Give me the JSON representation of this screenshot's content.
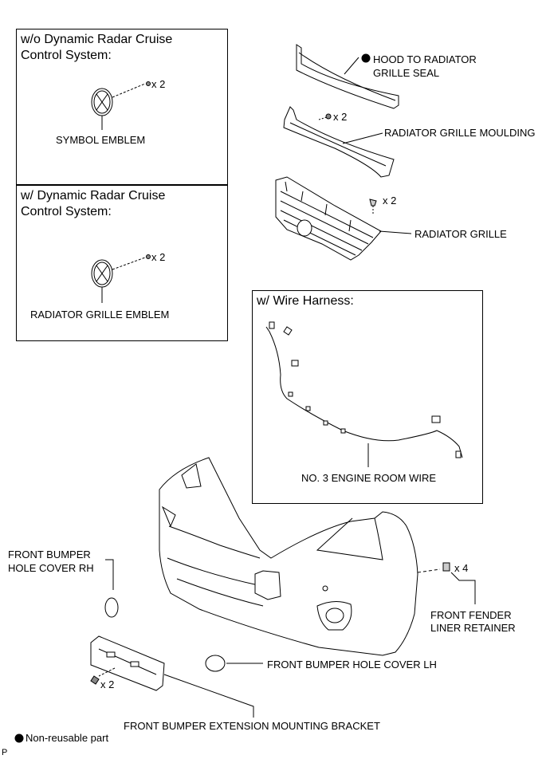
{
  "boxes": {
    "without_radar": {
      "title_line1": "w/o Dynamic Radar Cruise",
      "title_line2": "Control System:",
      "part_label": "SYMBOL EMBLEM",
      "qty": "x 2"
    },
    "with_radar": {
      "title_line1": "w/ Dynamic Radar Cruise",
      "title_line2": "Control System:",
      "part_label": "RADIATOR GRILLE EMBLEM",
      "qty": "x 2"
    },
    "wire_harness": {
      "title": "w/ Wire Harness:",
      "part_label": "NO. 3 ENGINE ROOM WIRE"
    }
  },
  "labels": {
    "hood_seal_line1": "HOOD TO RADIATOR",
    "hood_seal_line2": "GRILLE SEAL",
    "moulding": "RADIATOR GRILLE MOULDING",
    "moulding_qty": "x 2",
    "grille": "RADIATOR GRILLE",
    "grille_qty": "x 2",
    "hole_cover_rh_line1": "FRONT BUMPER",
    "hole_cover_rh_line2": "HOLE COVER RH",
    "fender_retainer_line1": "FRONT FENDER",
    "fender_retainer_line2": "LINER RETAINER",
    "fender_retainer_qty": "x 4",
    "hole_cover_lh": "FRONT BUMPER HOLE COVER LH",
    "bracket_qty": "x 2",
    "bracket": "FRONT BUMPER EXTENSION MOUNTING BRACKET"
  },
  "legend": {
    "non_reusable": "Non-reusable part"
  },
  "corner_mark": "P"
}
